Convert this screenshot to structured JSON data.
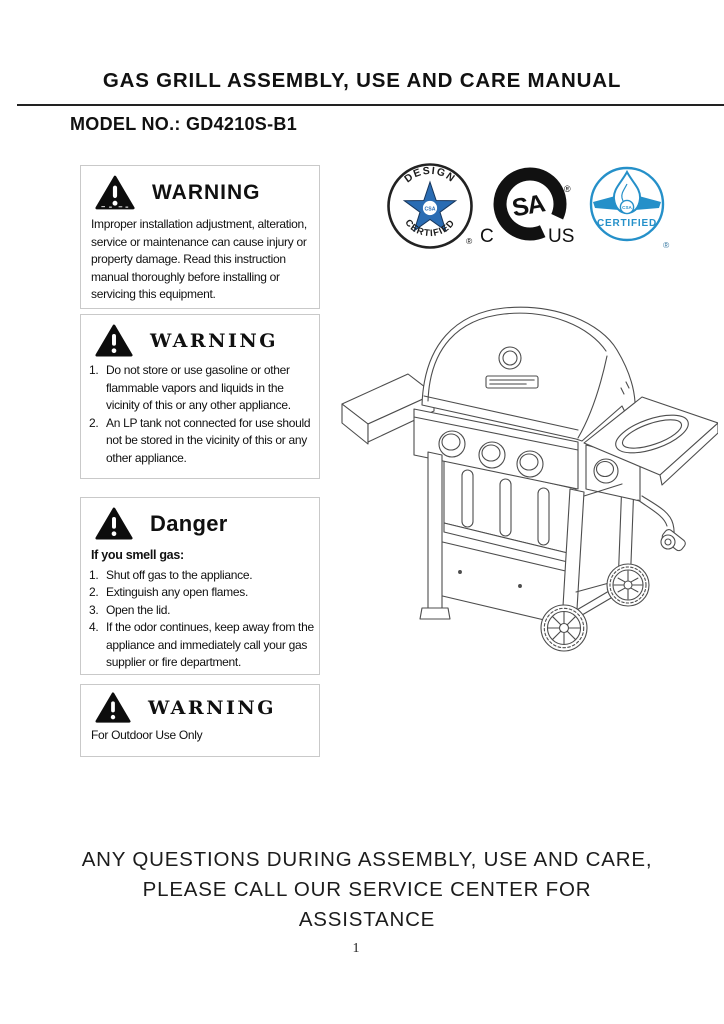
{
  "page": {
    "title": "GAS GRILL ASSEMBLY, USE AND CARE MANUAL",
    "model_line": "MODEL NO.: GD4210S-B1"
  },
  "warnings": [
    {
      "heading": "WARNING",
      "body": "Improper installation adjustment, alteration, service or maintenance can cause injury or property damage. Read this instruction manual thoroughly before installing or servicing this equipment."
    },
    {
      "heading": "WARNING",
      "items": [
        {
          "num": "1.",
          "text": "Do not store or use gasoline or other flammable vapors and liquids in the vicinity of this or any other appliance."
        },
        {
          "num": "2.",
          "text": "An LP tank not connected for use should not be stored in the vicinity of this or any other appliance."
        }
      ]
    },
    {
      "heading": "Danger",
      "lead": "If you smell gas:",
      "items": [
        {
          "num": "1.",
          "text": "Shut off gas to the appliance."
        },
        {
          "num": "2.",
          "text": "Extinguish any open flames."
        },
        {
          "num": "3.",
          "text": "Open the lid."
        },
        {
          "num": "4.",
          "text": "If the odor continues, keep away from the appliance and immediately call your gas supplier or fire department."
        }
      ]
    },
    {
      "heading": "WARNING",
      "body": "For Outdoor Use Only"
    }
  ],
  "certifications": {
    "design": {
      "arc_top": "DESIGN",
      "arc_bottom": "CERTIFIED",
      "center": "CSA",
      "reg": "®"
    },
    "csa_us": {
      "mark": "SA",
      "left": "C",
      "right": "US",
      "reg": "®"
    },
    "blue": {
      "label": "CERTIFIED",
      "center": "CSA",
      "reg": "®"
    }
  },
  "footer": {
    "lines": [
      "ANY QUESTIONS DURING ASSEMBLY, USE AND CARE,",
      "PLEASE CALL OUR SERVICE CENTER FOR",
      "ASSISTANCE"
    ],
    "page_number": "1"
  },
  "colors": {
    "star_blue": "#2a6cb3",
    "flame_logo_blue": "#2590c9",
    "warning_box_border": "#c9c9c9",
    "ink": "#151515"
  }
}
